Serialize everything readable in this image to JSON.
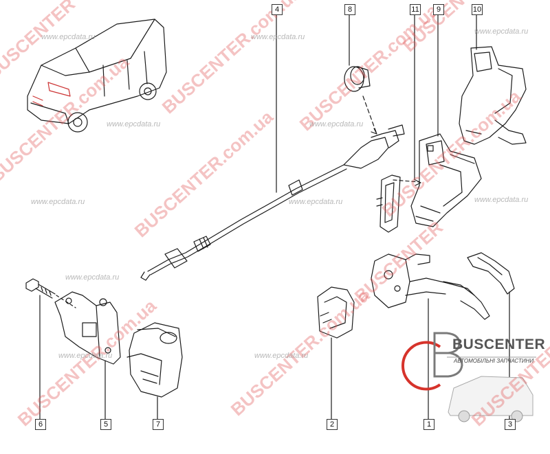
{
  "callouts": {
    "c1": "1",
    "c2": "2",
    "c3": "3",
    "c4": "4",
    "c5": "5",
    "c6": "6",
    "c7": "7",
    "c8": "8",
    "c9": "9",
    "c10": "10",
    "c11": "11"
  },
  "watermarks": {
    "busmark": "BUSCENTER",
    "busmark_ua": "BUSCENTER.com.ua",
    "comua": ".com.ua",
    "url": "www.epcdata.ru"
  },
  "logo": {
    "name": "BUSCENTER",
    "tagline": "АВТОМОБІЛЬНІ ЗАПЧАСТИНИ"
  },
  "colors": {
    "line": "#1a1a1a",
    "watermark": "#e25555",
    "logo_red": "#d6332b"
  }
}
